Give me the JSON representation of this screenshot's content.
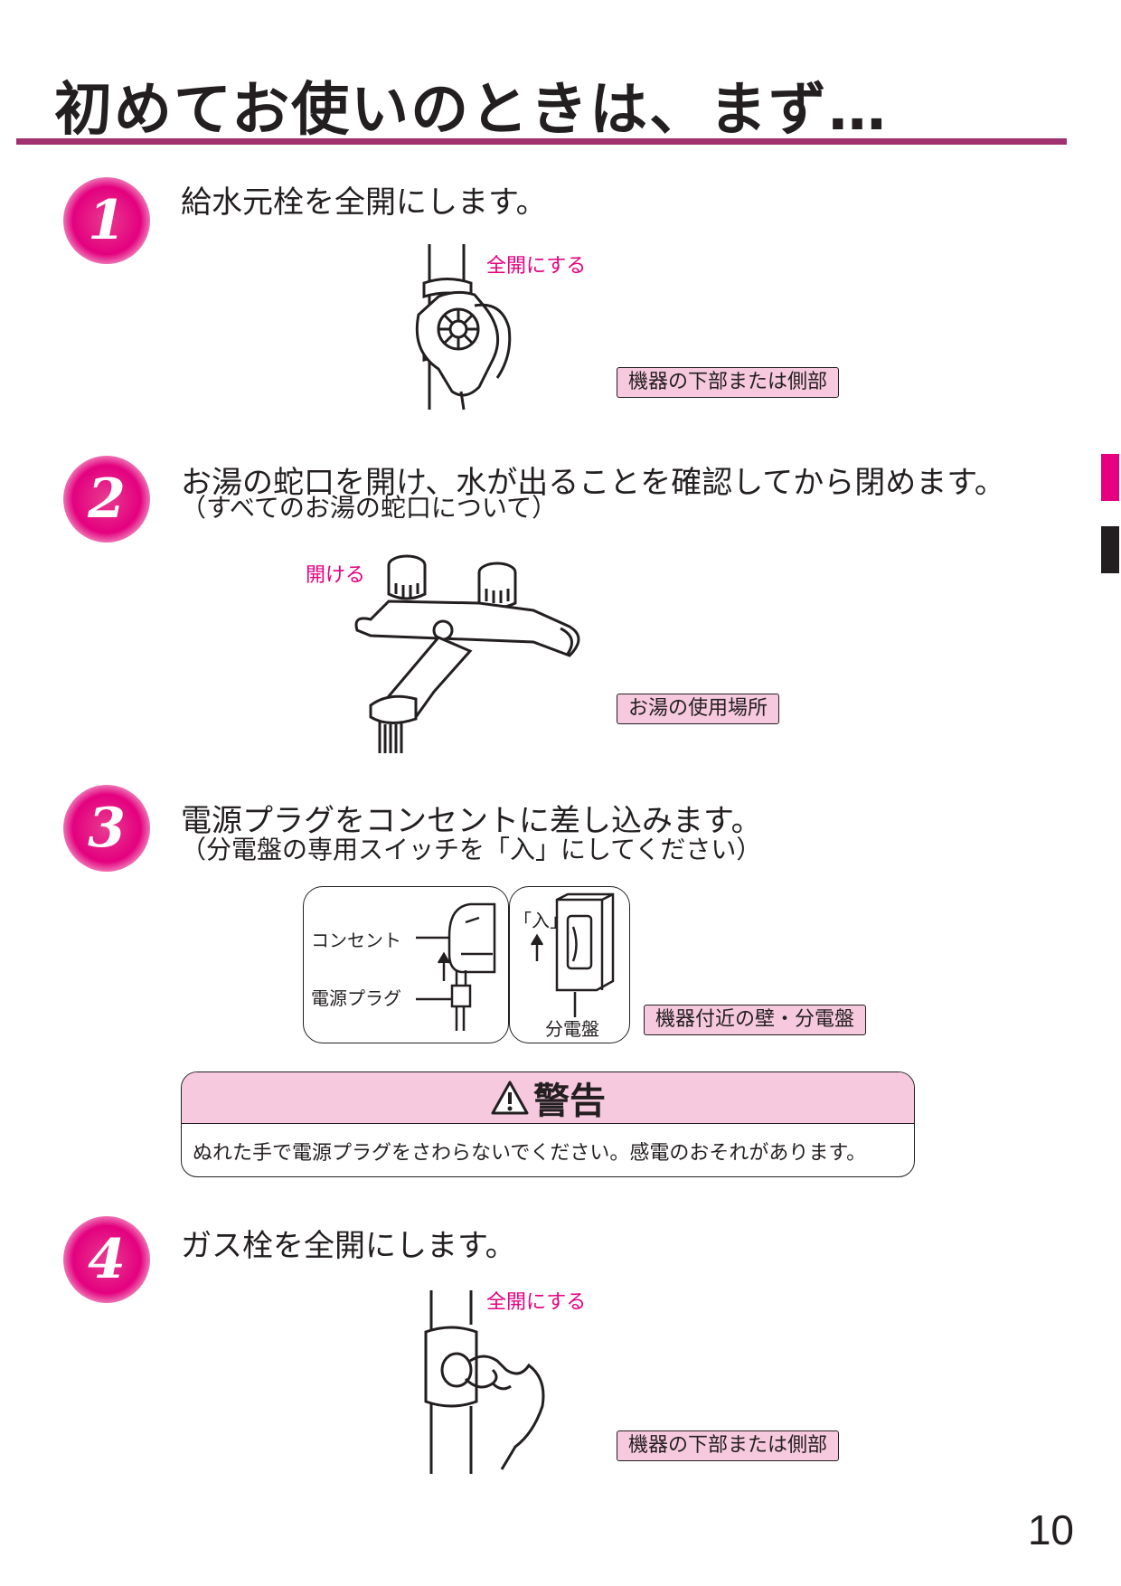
{
  "page": {
    "title": "初めてお使いのときは、まず…",
    "page_number": "10",
    "colors": {
      "accent": "#e4007f",
      "rule": "#a1326f",
      "badge_bg": "#f6c9de",
      "side_tab_dark": "#231f20"
    }
  },
  "steps": [
    {
      "number": "1",
      "heading": "給水元栓を全開にします。",
      "sub": "",
      "illustration": "water-valve-hand-icon",
      "action_label": "全開にする",
      "location": "機器の下部または側部"
    },
    {
      "number": "2",
      "heading": "お湯の蛇口を開け、水が出ることを確認してから閉めます。",
      "sub": "（すべてのお湯の蛇口について）",
      "illustration": "faucet-icon",
      "action_label": "開ける",
      "location": "お湯の使用場所"
    },
    {
      "number": "3",
      "heading": "電源プラグをコンセントに差し込みます。",
      "sub": "（分電盤の専用スイッチを「入」にしてください）",
      "illustration": "outlet-and-breaker-icon",
      "labels": {
        "outlet": "コンセント",
        "plug": "電源プラグ",
        "on": "「入」",
        "breaker": "分電盤"
      },
      "location": "機器付近の壁・分電盤"
    },
    {
      "number": "4",
      "heading": "ガス栓を全開にします。",
      "sub": "",
      "illustration": "gas-valve-hand-icon",
      "action_label": "全開にする",
      "location": "機器の下部または側部"
    }
  ],
  "warning": {
    "icon": "warning-triangle-icon",
    "title": "警告",
    "text": "ぬれた手で電源プラグをさわらないでください。感電のおそれがあります。"
  }
}
